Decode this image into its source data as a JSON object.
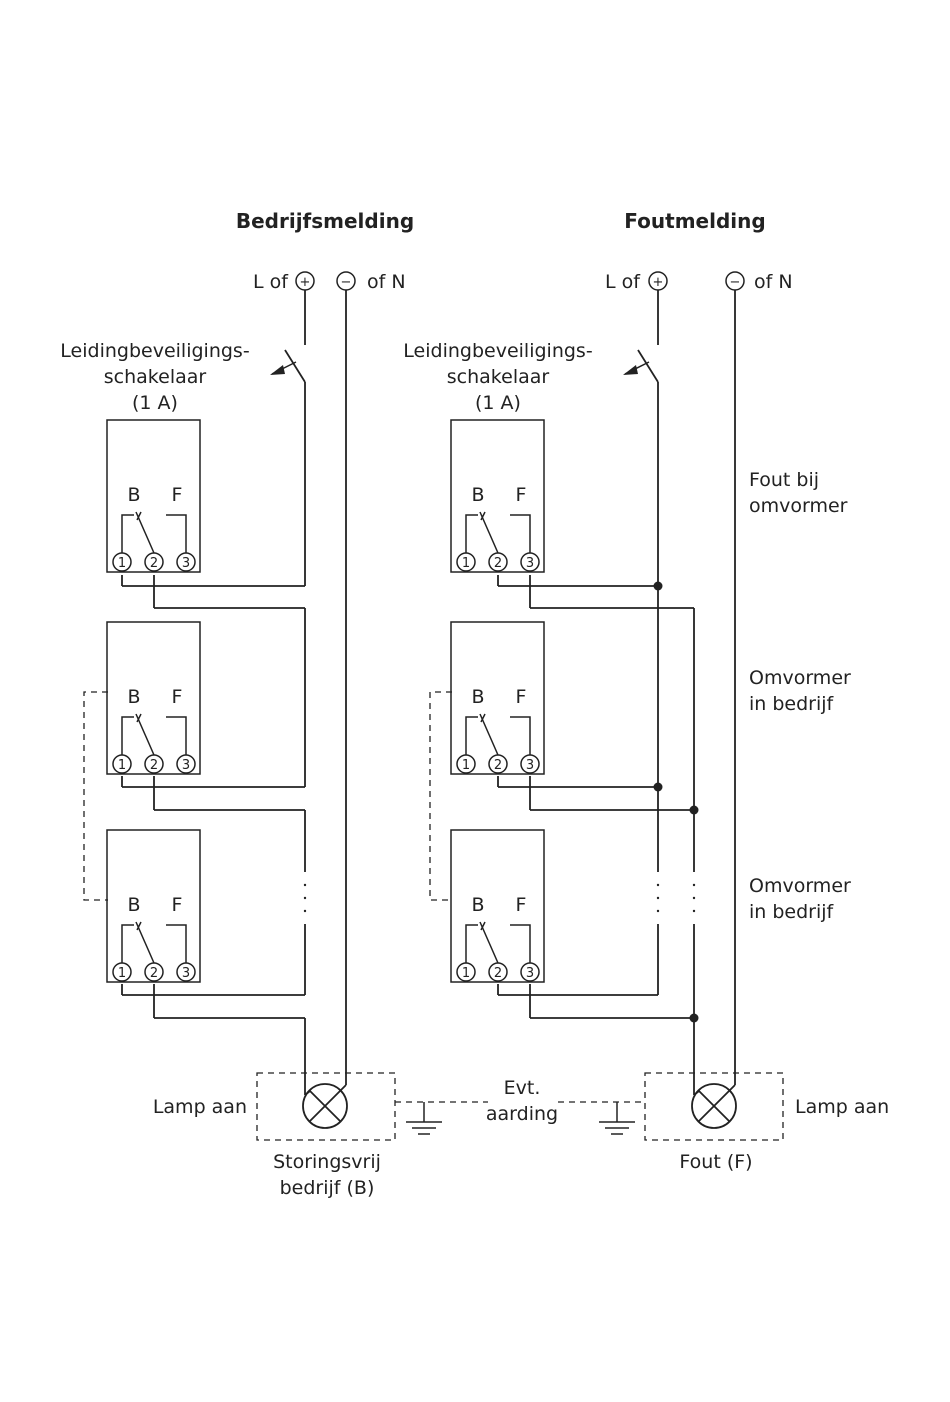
{
  "left": {
    "title": "Bedrijfsmelding",
    "supply_l": "L of",
    "supply_n": "of N",
    "breaker_line1": "Leidingbeveiligings-",
    "breaker_line2": "schakelaar",
    "breaker_line3": "(1 A)",
    "lamp_side_label": "Lamp aan",
    "lamp_label_line1": "Storingsvrij",
    "lamp_label_line2": "bedrijf (B)"
  },
  "right": {
    "title": "Foutmelding",
    "supply_l": "L of",
    "supply_n": "of N",
    "breaker_line1": "Leidingbeveiligings-",
    "breaker_line2": "schakelaar",
    "breaker_line3": "(1 A)",
    "lamp_side_label": "Lamp aan",
    "lamp_label": "Fout (F)"
  },
  "ground": {
    "line1": "Evt.",
    "line2": "aarding"
  },
  "states": [
    {
      "line1": "Fout bij",
      "line2": "omvormer"
    },
    {
      "line1": "Omvormer",
      "line2": "in bedrijf"
    },
    {
      "line1": "Omvormer",
      "line2": "in bedrijf"
    }
  ],
  "relay": {
    "contact_b": "B",
    "contact_f": "F",
    "terminals": [
      "1",
      "2",
      "3"
    ]
  },
  "symbols": {
    "plus": "+",
    "minus": "−"
  },
  "icons": [
    "plus-circle-icon",
    "minus-circle-icon",
    "lamp-icon",
    "ground-icon",
    "breaker-switch-icon",
    "relay-contact-icon"
  ]
}
